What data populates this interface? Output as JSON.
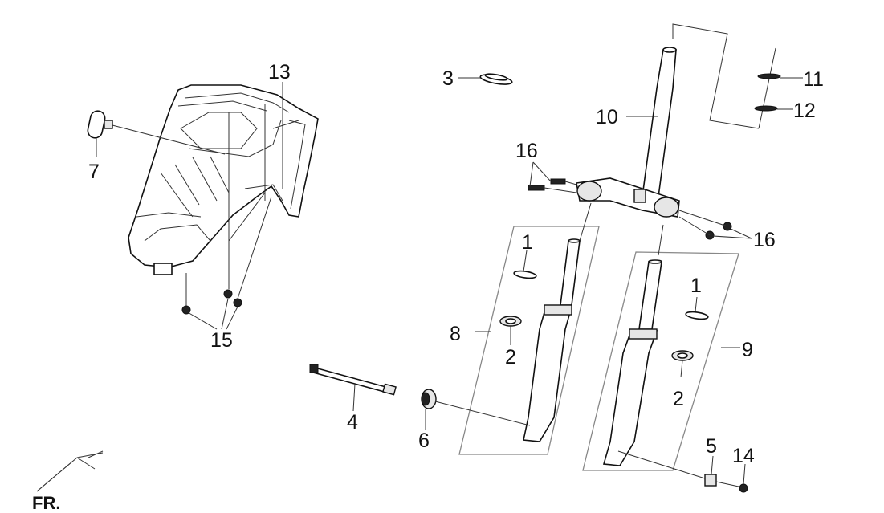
{
  "callouts": {
    "c1a": "1",
    "c1b": "1",
    "c2a": "2",
    "c2b": "2",
    "c3": "3",
    "c4": "4",
    "c5": "5",
    "c6": "6",
    "c7": "7",
    "c8": "8",
    "c9": "9",
    "c10": "10",
    "c11": "11",
    "c12": "12",
    "c13": "13",
    "c14": "14",
    "c15": "15",
    "c16a": "16",
    "c16b": "16"
  },
  "orientation_label": "FR."
}
